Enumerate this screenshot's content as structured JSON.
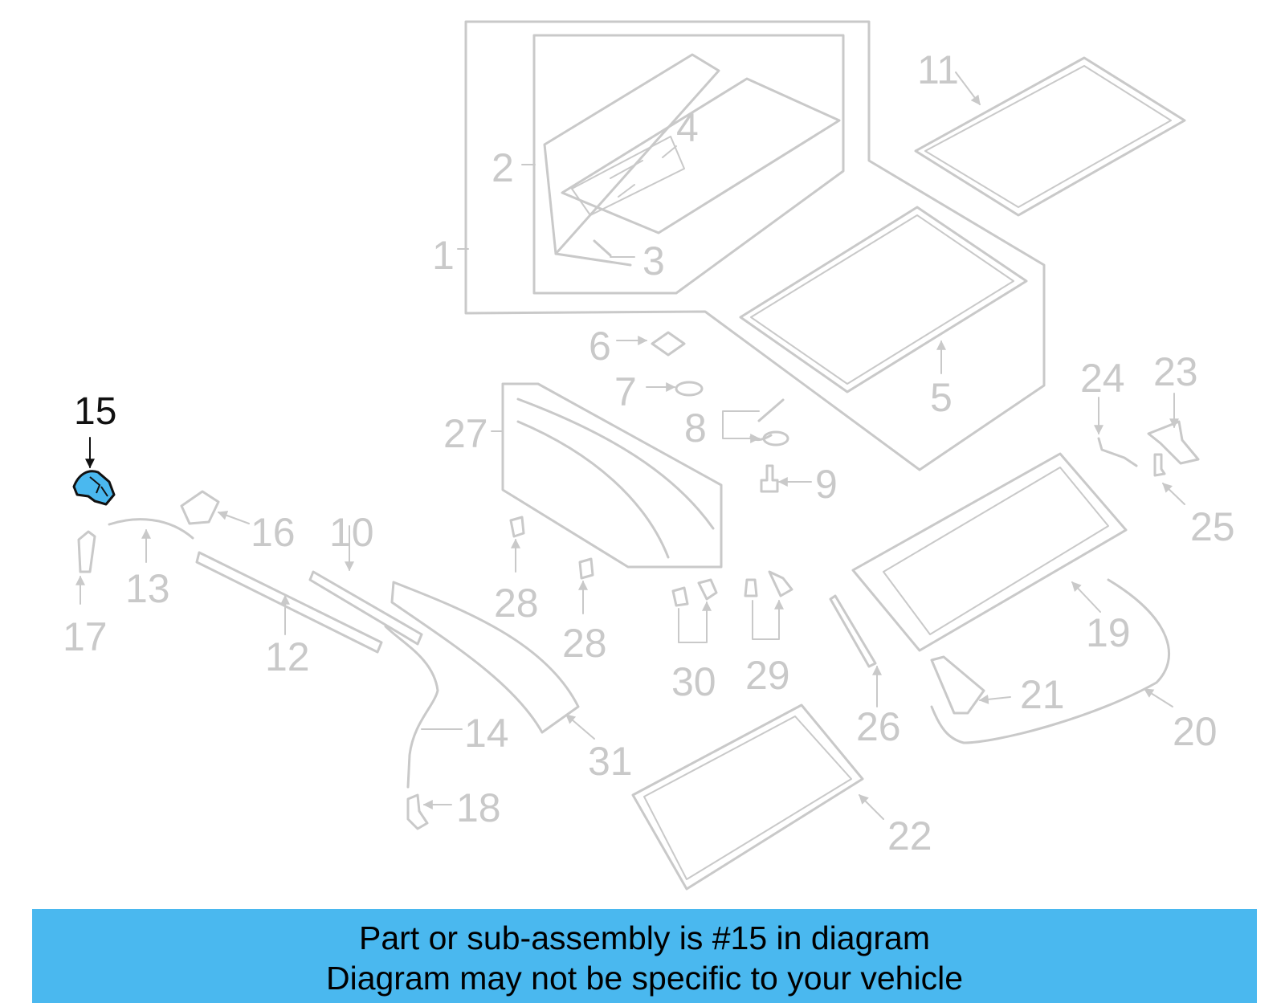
{
  "callouts": {
    "c1": "1",
    "c2": "2",
    "c3": "3",
    "c4": "4",
    "c5": "5",
    "c6": "6",
    "c7": "7",
    "c8": "8",
    "c9": "9",
    "c10": "10",
    "c11": "11",
    "c12": "12",
    "c13": "13",
    "c14": "14",
    "c15": "15",
    "c16": "16",
    "c17": "17",
    "c18": "18",
    "c19": "19",
    "c20": "20",
    "c21": "21",
    "c22": "22",
    "c23": "23",
    "c24": "24",
    "c25": "25",
    "c26": "26",
    "c27": "27",
    "c28a": "28",
    "c28b": "28",
    "c29": "29",
    "c30": "30",
    "c31": "31"
  },
  "highlight": {
    "part_number": "15",
    "color": "#4ab8ef"
  },
  "colors": {
    "diagram_line": "#c9c9c9",
    "banner_background": "#4ab8ef"
  },
  "banner": {
    "line1": "Part or sub-assembly is #15 in diagram",
    "line2": "Diagram may not be specific to your vehicle"
  }
}
